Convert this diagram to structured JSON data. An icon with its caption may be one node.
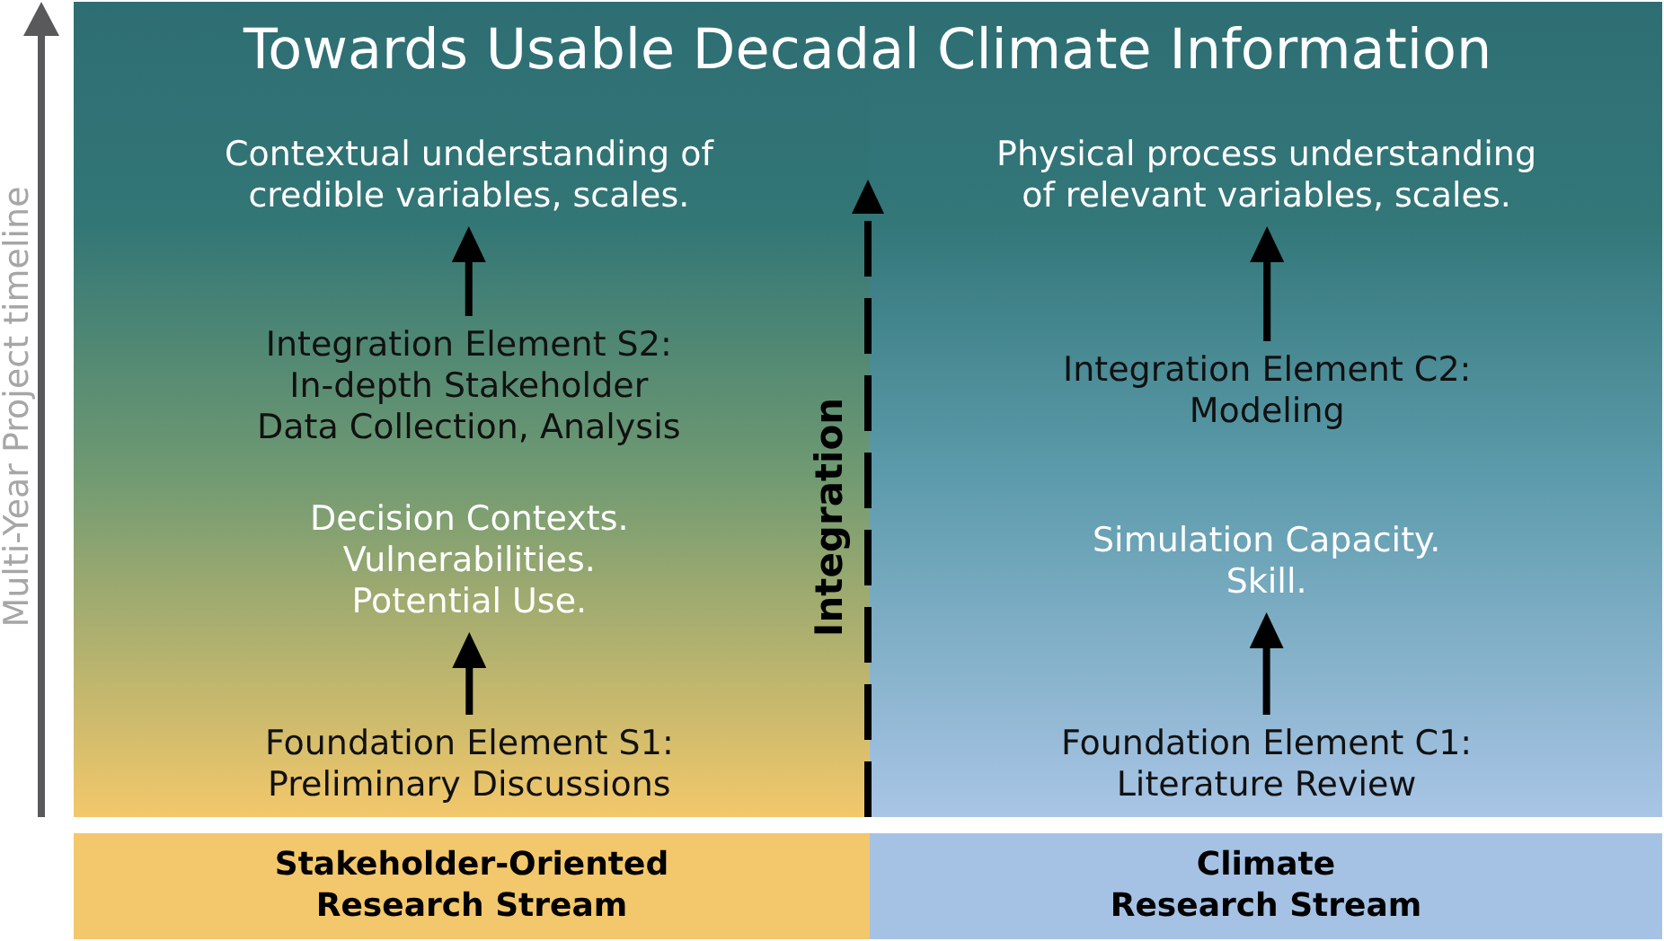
{
  "diagram": {
    "title": "Towards Usable Decadal Climate Information",
    "nodes": [
      {
        "text": [
          "Contextual understanding of credible variables, scales."
        ]
      },
      {
        "text": [
          "Integration Element S2: In-depth Stakeholder Data Collection, Analysis"
        ]
      },
      {
        "text": [
          "Decision Contexts. Vulnerabilities. Potential Use."
        ]
      },
      {
        "text": [
          "Foundation Element S1: Preliminary Discussions"
        ]
      },
      {
        "text": [
          "Physical process understanding of relevant variables, scales."
        ]
      },
      {
        "text": [
          "Integration Element C2: Modeling"
        ]
      },
      {
        "text": [
          "Simulation Capacity. Skill."
        ]
      },
      {
        "text": [
          "Foundation Element C1: Literature Review"
        ]
      },
      {
        "text": [
          "Stakeholder-Oriented Research Stream"
        ]
      },
      {
        "text": [
          "Climate Research Stream"
        ]
      }
    ],
    "edges": [
      {
        "from": 1,
        "to": 0,
        "arrow": "to"
      },
      {
        "from": 3,
        "to": 2,
        "arrow": "to"
      },
      {
        "from": 5,
        "to": 4,
        "arrow": "to"
      },
      {
        "from": 7,
        "to": 6,
        "arrow": "to"
      }
    ],
    "labels": [
      "Multi-Year Project timeline",
      "Integration"
    ]
  }
}
